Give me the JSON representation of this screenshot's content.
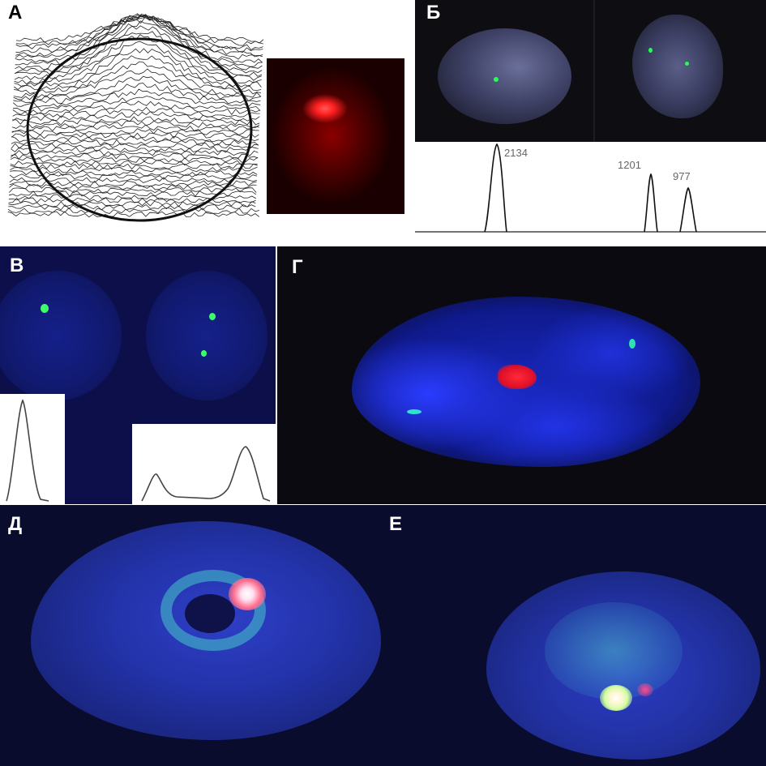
{
  "figure": {
    "panels": [
      {
        "id": "A",
        "label": "А"
      },
      {
        "id": "B",
        "label": "Б",
        "peak_labels": [
          "2134",
          "1201",
          "977"
        ]
      },
      {
        "id": "V",
        "label": "В"
      },
      {
        "id": "G",
        "label": "Г"
      },
      {
        "id": "D",
        "label": "Д"
      },
      {
        "id": "E",
        "label": "Е"
      }
    ]
  },
  "colors": {
    "background": "#ffffff",
    "nucleus_blue": "#1a2dff",
    "probe_green": "#22ff55",
    "probe_red": "#ff1a2a",
    "dark_field": "#0a0a10",
    "navy_field": "#0c0f4a"
  }
}
